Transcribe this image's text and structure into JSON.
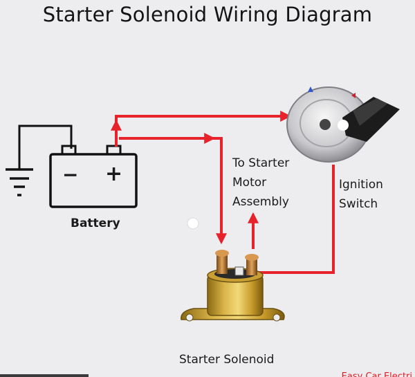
{
  "title": "Starter Solenoid Wiring Diagram",
  "labels": {
    "battery": "Battery",
    "to_starter": [
      "To Starter",
      "Motor",
      "Assembly"
    ],
    "ignition": [
      "Ignition",
      "Switch"
    ],
    "solenoid": "Starter Solenoid"
  },
  "battery_signs": {
    "negative": "−",
    "positive": "+"
  },
  "watermark": "Easy Car Electri",
  "colors": {
    "wire": "#e8222a",
    "ground_wire": "#111111",
    "solenoid_body": "#c9a235",
    "background": "#ededf0"
  },
  "icons": [
    "ground-symbol-icon",
    "battery-icon",
    "ignition-key-icon",
    "solenoid-icon",
    "arrow-up-icon",
    "cursor-dot-icon"
  ]
}
